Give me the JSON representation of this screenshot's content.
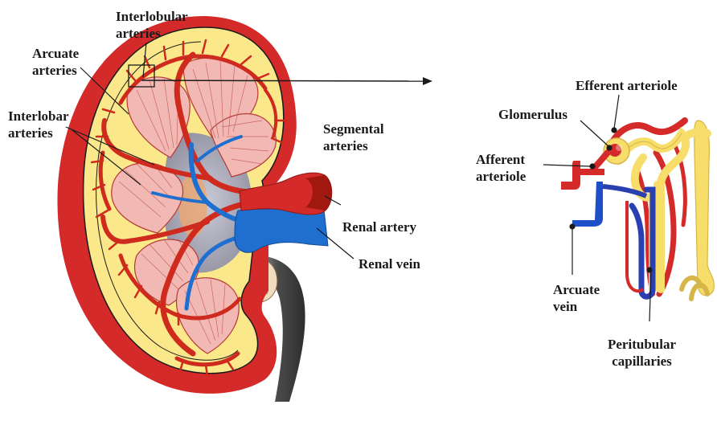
{
  "figure": {
    "kidney_labels": {
      "interlobular": [
        "Interlobular",
        "arteries"
      ],
      "arcuate": [
        "Arcuate",
        "arteries"
      ],
      "interlobar": [
        "Interlobar",
        "arteries"
      ],
      "segmental": [
        "Segmental",
        "arteries"
      ],
      "renal_artery": "Renal artery",
      "renal_vein": "Renal vein"
    },
    "nephron_labels": {
      "efferent": "Efferent arteriole",
      "glomerulus": "Glomerulus",
      "afferent": [
        "Afferent",
        "arteriole"
      ],
      "arcuate_vein": [
        "Arcuate",
        "vein"
      ],
      "peritubular": [
        "Peritubular",
        "capillaries"
      ]
    },
    "colors": {
      "cortex_red": "#d42a2a",
      "cortex_yellow": "#fbe88a",
      "pyramid_pink": "#f2b9b4",
      "vessel_red": "#d63020",
      "vein_blue": "#1f6fd1",
      "ureter_gray": "#6a6a6a",
      "tubule_yellow": "#f7de6a"
    }
  }
}
